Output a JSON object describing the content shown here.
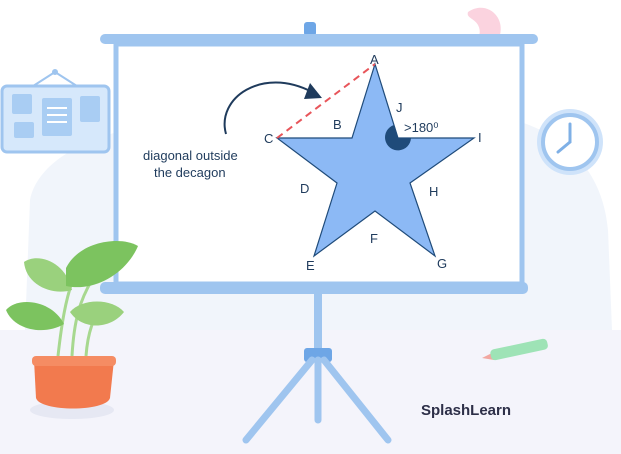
{
  "diagram": {
    "vertex_labels": {
      "A": "A",
      "B": "B",
      "C": "C",
      "D": "D",
      "E": "E",
      "F": "F",
      "G": "G",
      "H": "H",
      "I": "I",
      "J": "J"
    },
    "angle_label": ">180⁰",
    "caption_line1": "diagonal outside",
    "caption_line2": "the decagon",
    "colors": {
      "star_fill": "#8cb9f5",
      "star_stroke": "#1f4b7a",
      "diagonal": "#e8555a",
      "angle_marker": "#1f4b7a",
      "text": "#1f3b5c"
    }
  },
  "brand": {
    "logo_text": "SplashLearn"
  },
  "icons": {
    "board": "bulletin-board-icon",
    "clock": "wall-clock-icon",
    "plant": "potted-plant-icon",
    "crayon": "crayon-icon",
    "screen": "projector-screen-icon",
    "arrow": "curved-arrow-icon"
  }
}
